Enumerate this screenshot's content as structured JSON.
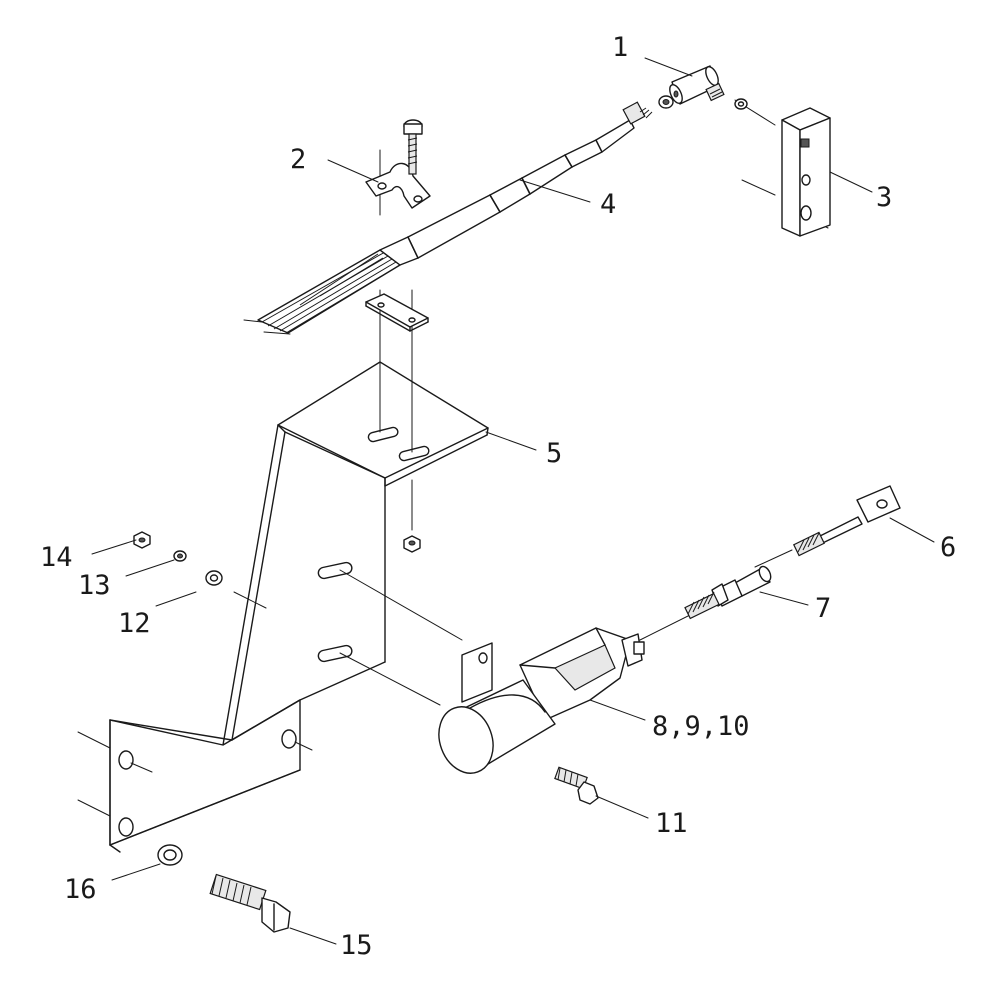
{
  "callouts": [
    {
      "id": "c1",
      "text": "1"
    },
    {
      "id": "c2",
      "text": "2"
    },
    {
      "id": "c3",
      "text": "3"
    },
    {
      "id": "c4",
      "text": "4"
    },
    {
      "id": "c5",
      "text": "5"
    },
    {
      "id": "c6",
      "text": "6"
    },
    {
      "id": "c7",
      "text": "7"
    },
    {
      "id": "c8",
      "text": "8,9,10"
    },
    {
      "id": "c11",
      "text": "11"
    },
    {
      "id": "c12",
      "text": "12"
    },
    {
      "id": "c13",
      "text": "13"
    },
    {
      "id": "c14",
      "text": "14"
    },
    {
      "id": "c15",
      "text": "15"
    },
    {
      "id": "c16",
      "text": "16"
    }
  ]
}
